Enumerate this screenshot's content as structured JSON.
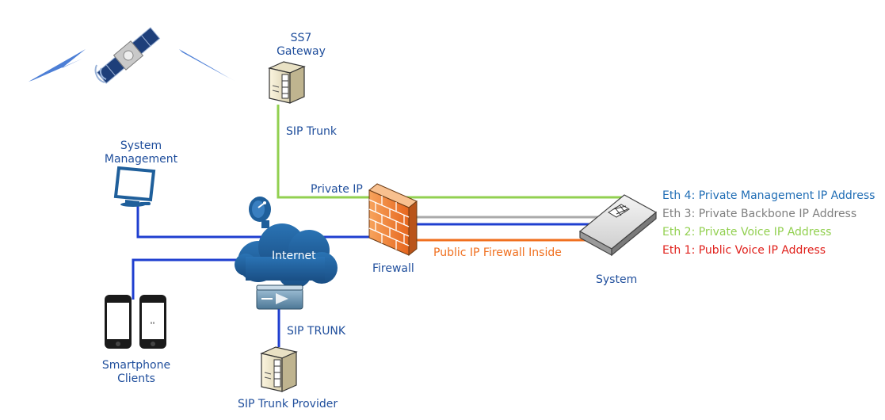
{
  "labels": {
    "ss7_gateway_line1": "SS7",
    "ss7_gateway_line2": "Gateway",
    "sip_trunk": "SIP Trunk",
    "system_management_line1": "System",
    "system_management_line2": "Management",
    "private_ip": "Private IP",
    "internet": "Internet",
    "firewall": "Firewall",
    "public_ip_firewall_inside": "Public IP Firewall Inside",
    "system": "System",
    "sip_trunk_upper": "SIP TRUNK",
    "smartphone_clients_line1": "Smartphone",
    "smartphone_clients_line2": "Clients",
    "sip_trunk_provider": "SIP Trunk Provider"
  },
  "interfaces": [
    {
      "label": "Eth 4: Private Management IP Address",
      "color": "#1f6db5"
    },
    {
      "label": "Eth 3: Private Backbone IP Address",
      "color": "#7f7f7f"
    },
    {
      "label": "Eth 2: Private Voice IP Address",
      "color": "#92d050"
    },
    {
      "label": "Eth 1: Public Voice IP Address",
      "color": "#e0201b"
    }
  ],
  "colors": {
    "management_link": "#1f3fd0",
    "voice_private_link": "#92d050",
    "public_link": "#f07020",
    "backbone_link": "#aaaaaa",
    "label_text": "#1f4e9c",
    "public_label_text": "#f07020",
    "cloud": "#1f5f9b"
  },
  "icons": {
    "satellite": "satellite-icon",
    "ss7_gateway": "server-icon",
    "monitor": "monitor-icon",
    "satellite_dish": "satellite-dish-icon",
    "internet": "cloud-icon",
    "router": "router-icon",
    "firewall": "firewall-icon",
    "system": "switch-icon",
    "smartphone": "smartphone-icon",
    "sip_provider": "server-icon"
  }
}
